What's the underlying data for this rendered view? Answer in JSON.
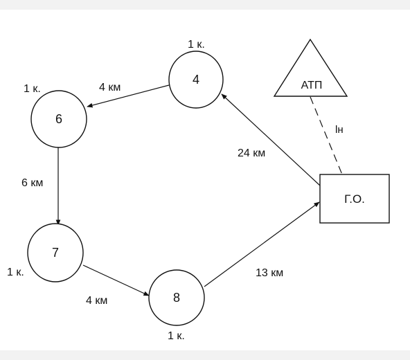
{
  "nodes": [
    {
      "id": "4",
      "label": "4",
      "load": "1 к."
    },
    {
      "id": "6",
      "label": "6",
      "load": "1 к."
    },
    {
      "id": "7",
      "label": "7",
      "load": "1 к."
    },
    {
      "id": "8",
      "label": "8",
      "load": "1 к."
    }
  ],
  "depot": {
    "label": "АТП"
  },
  "cargo_point": {
    "label": "Г.О."
  },
  "edges": [
    {
      "from": "Г.О.",
      "to": "4",
      "distance": "24 км"
    },
    {
      "from": "4",
      "to": "6",
      "distance": "4 км"
    },
    {
      "from": "6",
      "to": "7",
      "distance": "6 км"
    },
    {
      "from": "7",
      "to": "8",
      "distance": "4 км"
    },
    {
      "from": "8",
      "to": "Г.О.",
      "distance": "13 км"
    }
  ],
  "zero_run": {
    "label": "lн"
  },
  "colors": {
    "stroke": "#111111",
    "fill": "#ffffff",
    "bands": "#f2f2f2"
  }
}
